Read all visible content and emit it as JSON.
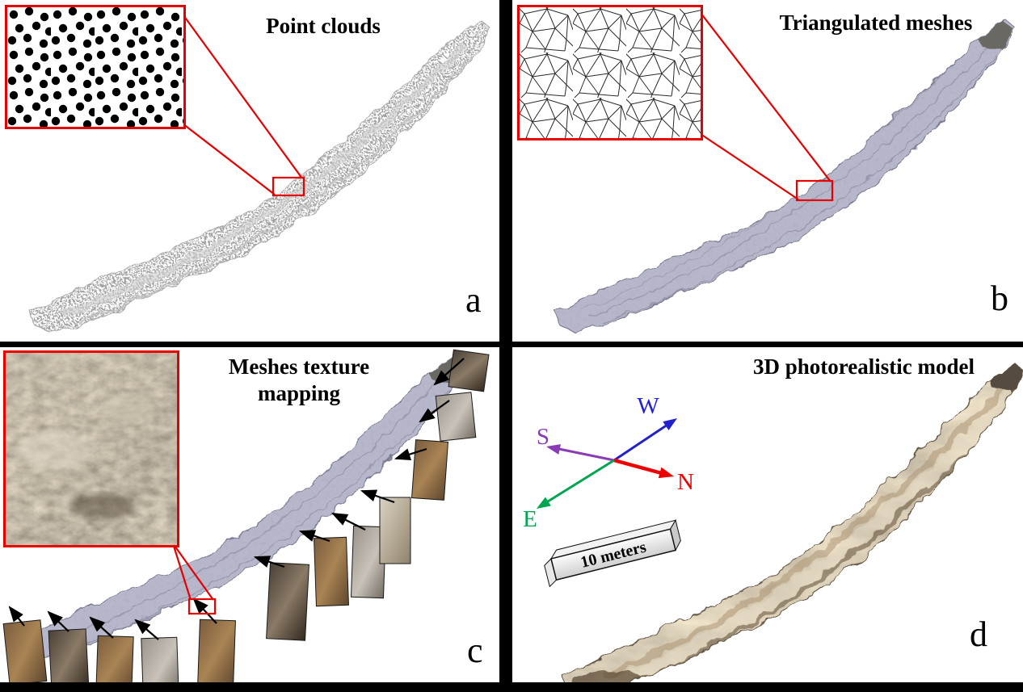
{
  "figure": {
    "description": "Four-panel photogrammetry workflow figure of an elongated rock outcrop model",
    "background_color": "#000000",
    "panel_bg_color": "#ffffff",
    "callout_color": "#e60000",
    "mesh_color": "#b7b7cb",
    "panels": {
      "a": {
        "letter": "a",
        "title": "Point clouds"
      },
      "b": {
        "letter": "b",
        "title": "Triangulated meshes"
      },
      "c": {
        "letter": "c",
        "title": "Meshes texture mapping"
      },
      "d": {
        "letter": "d",
        "title": "3D photorealistic model"
      }
    },
    "compass": {
      "w": {
        "label": "W",
        "color": "#2222cc"
      },
      "s": {
        "label": "S",
        "color": "#8a3bb5"
      },
      "n": {
        "label": "N",
        "color": "#ee0000"
      },
      "e": {
        "label": "E",
        "color": "#00a550"
      }
    },
    "scalebar": {
      "label": "10 meters"
    }
  }
}
